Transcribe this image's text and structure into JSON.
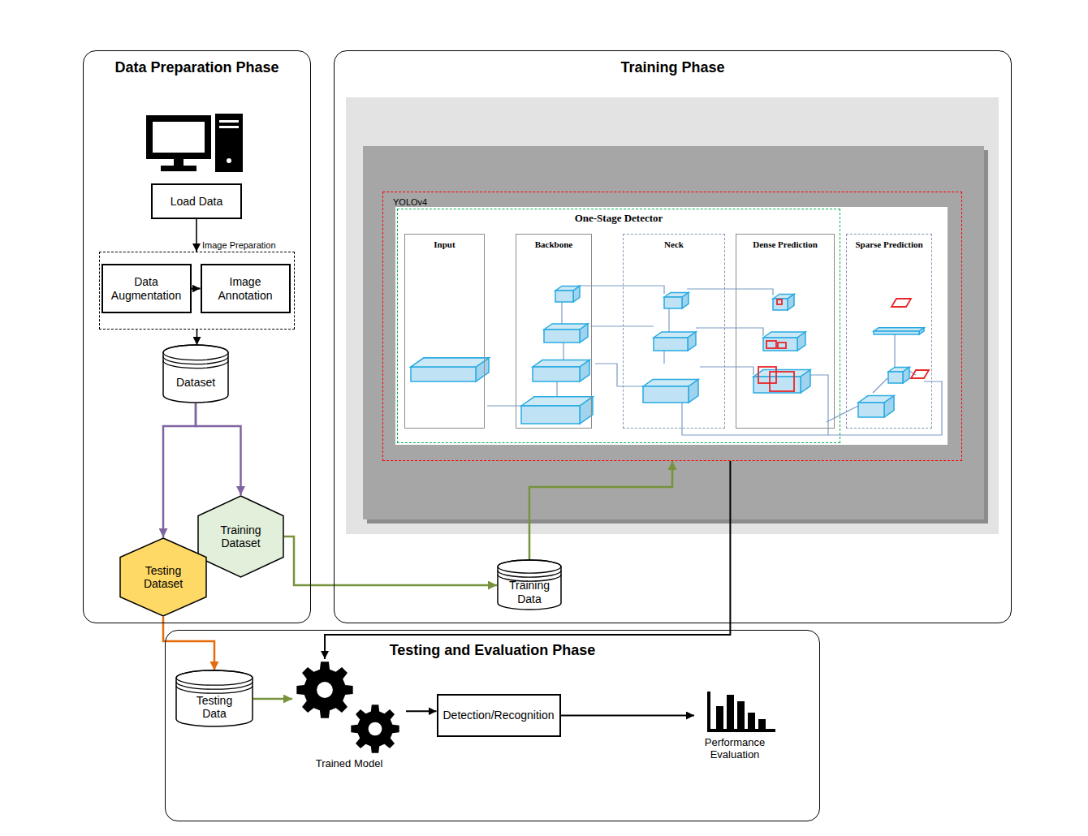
{
  "diagram": {
    "nodes": [
      {
        "text": [
          "Data Preparation Phase"
        ]
      },
      {
        "text": [
          "Load Data"
        ],
        "in": 0
      },
      {
        "text": [
          "Image Preparation"
        ],
        "in": 0
      },
      {
        "text": [
          "Data Augmentation"
        ],
        "in": 2
      },
      {
        "text": [
          "Image Annotation"
        ],
        "in": 2
      },
      {
        "text": [
          "Dataset"
        ],
        "in": 0
      },
      {
        "text": [
          "Training Dataset"
        ],
        "in": 0
      },
      {
        "text": [
          "Testing Dataset"
        ],
        "in": 0
      },
      {
        "text": [
          "Training Phase"
        ]
      },
      {
        "text": [
          "YOLOv4"
        ],
        "in": 8
      },
      {
        "text": [
          "One-Stage Detector"
        ],
        "in": 9
      },
      {
        "text": [
          "Input"
        ],
        "in": 10
      },
      {
        "text": [
          "Backbone"
        ],
        "in": 10
      },
      {
        "text": [
          "Neck"
        ],
        "in": 10
      },
      {
        "text": [
          "Dense Prediction"
        ],
        "in": 10
      },
      {
        "text": [
          "Sparse Prediction"
        ],
        "in": 9
      },
      {
        "text": [
          "Training Data"
        ],
        "in": 8
      },
      {
        "text": [
          "Testing and Evaluation Phase"
        ]
      },
      {
        "text": [
          "Testing Data"
        ],
        "in": 17
      },
      {
        "text": [
          "Trained Model"
        ],
        "in": 17
      },
      {
        "text": [
          "Detection/Recognition"
        ],
        "in": 17
      },
      {
        "text": [
          "Performance Evaluation"
        ],
        "in": 17
      }
    ],
    "edges": [
      {
        "from": 1,
        "to": 2,
        "arrow": "to"
      },
      {
        "from": 3,
        "to": 4,
        "arrow": "to"
      },
      {
        "from": 2,
        "to": 5,
        "arrow": "to"
      },
      {
        "from": 5,
        "to": 7,
        "arrow": "to"
      },
      {
        "from": 5,
        "to": 6,
        "arrow": "to"
      },
      {
        "from": 6,
        "to": 16,
        "arrow": "to"
      },
      {
        "from": 16,
        "to": 9,
        "arrow": "to"
      },
      {
        "from": 7,
        "to": 18,
        "arrow": "to"
      },
      {
        "from": 18,
        "to": 19,
        "arrow": "to"
      },
      {
        "from": 9,
        "to": 19,
        "arrow": "to"
      },
      {
        "from": 19,
        "to": 20,
        "arrow": "to"
      },
      {
        "from": 20,
        "to": 21,
        "arrow": "to"
      }
    ]
  }
}
